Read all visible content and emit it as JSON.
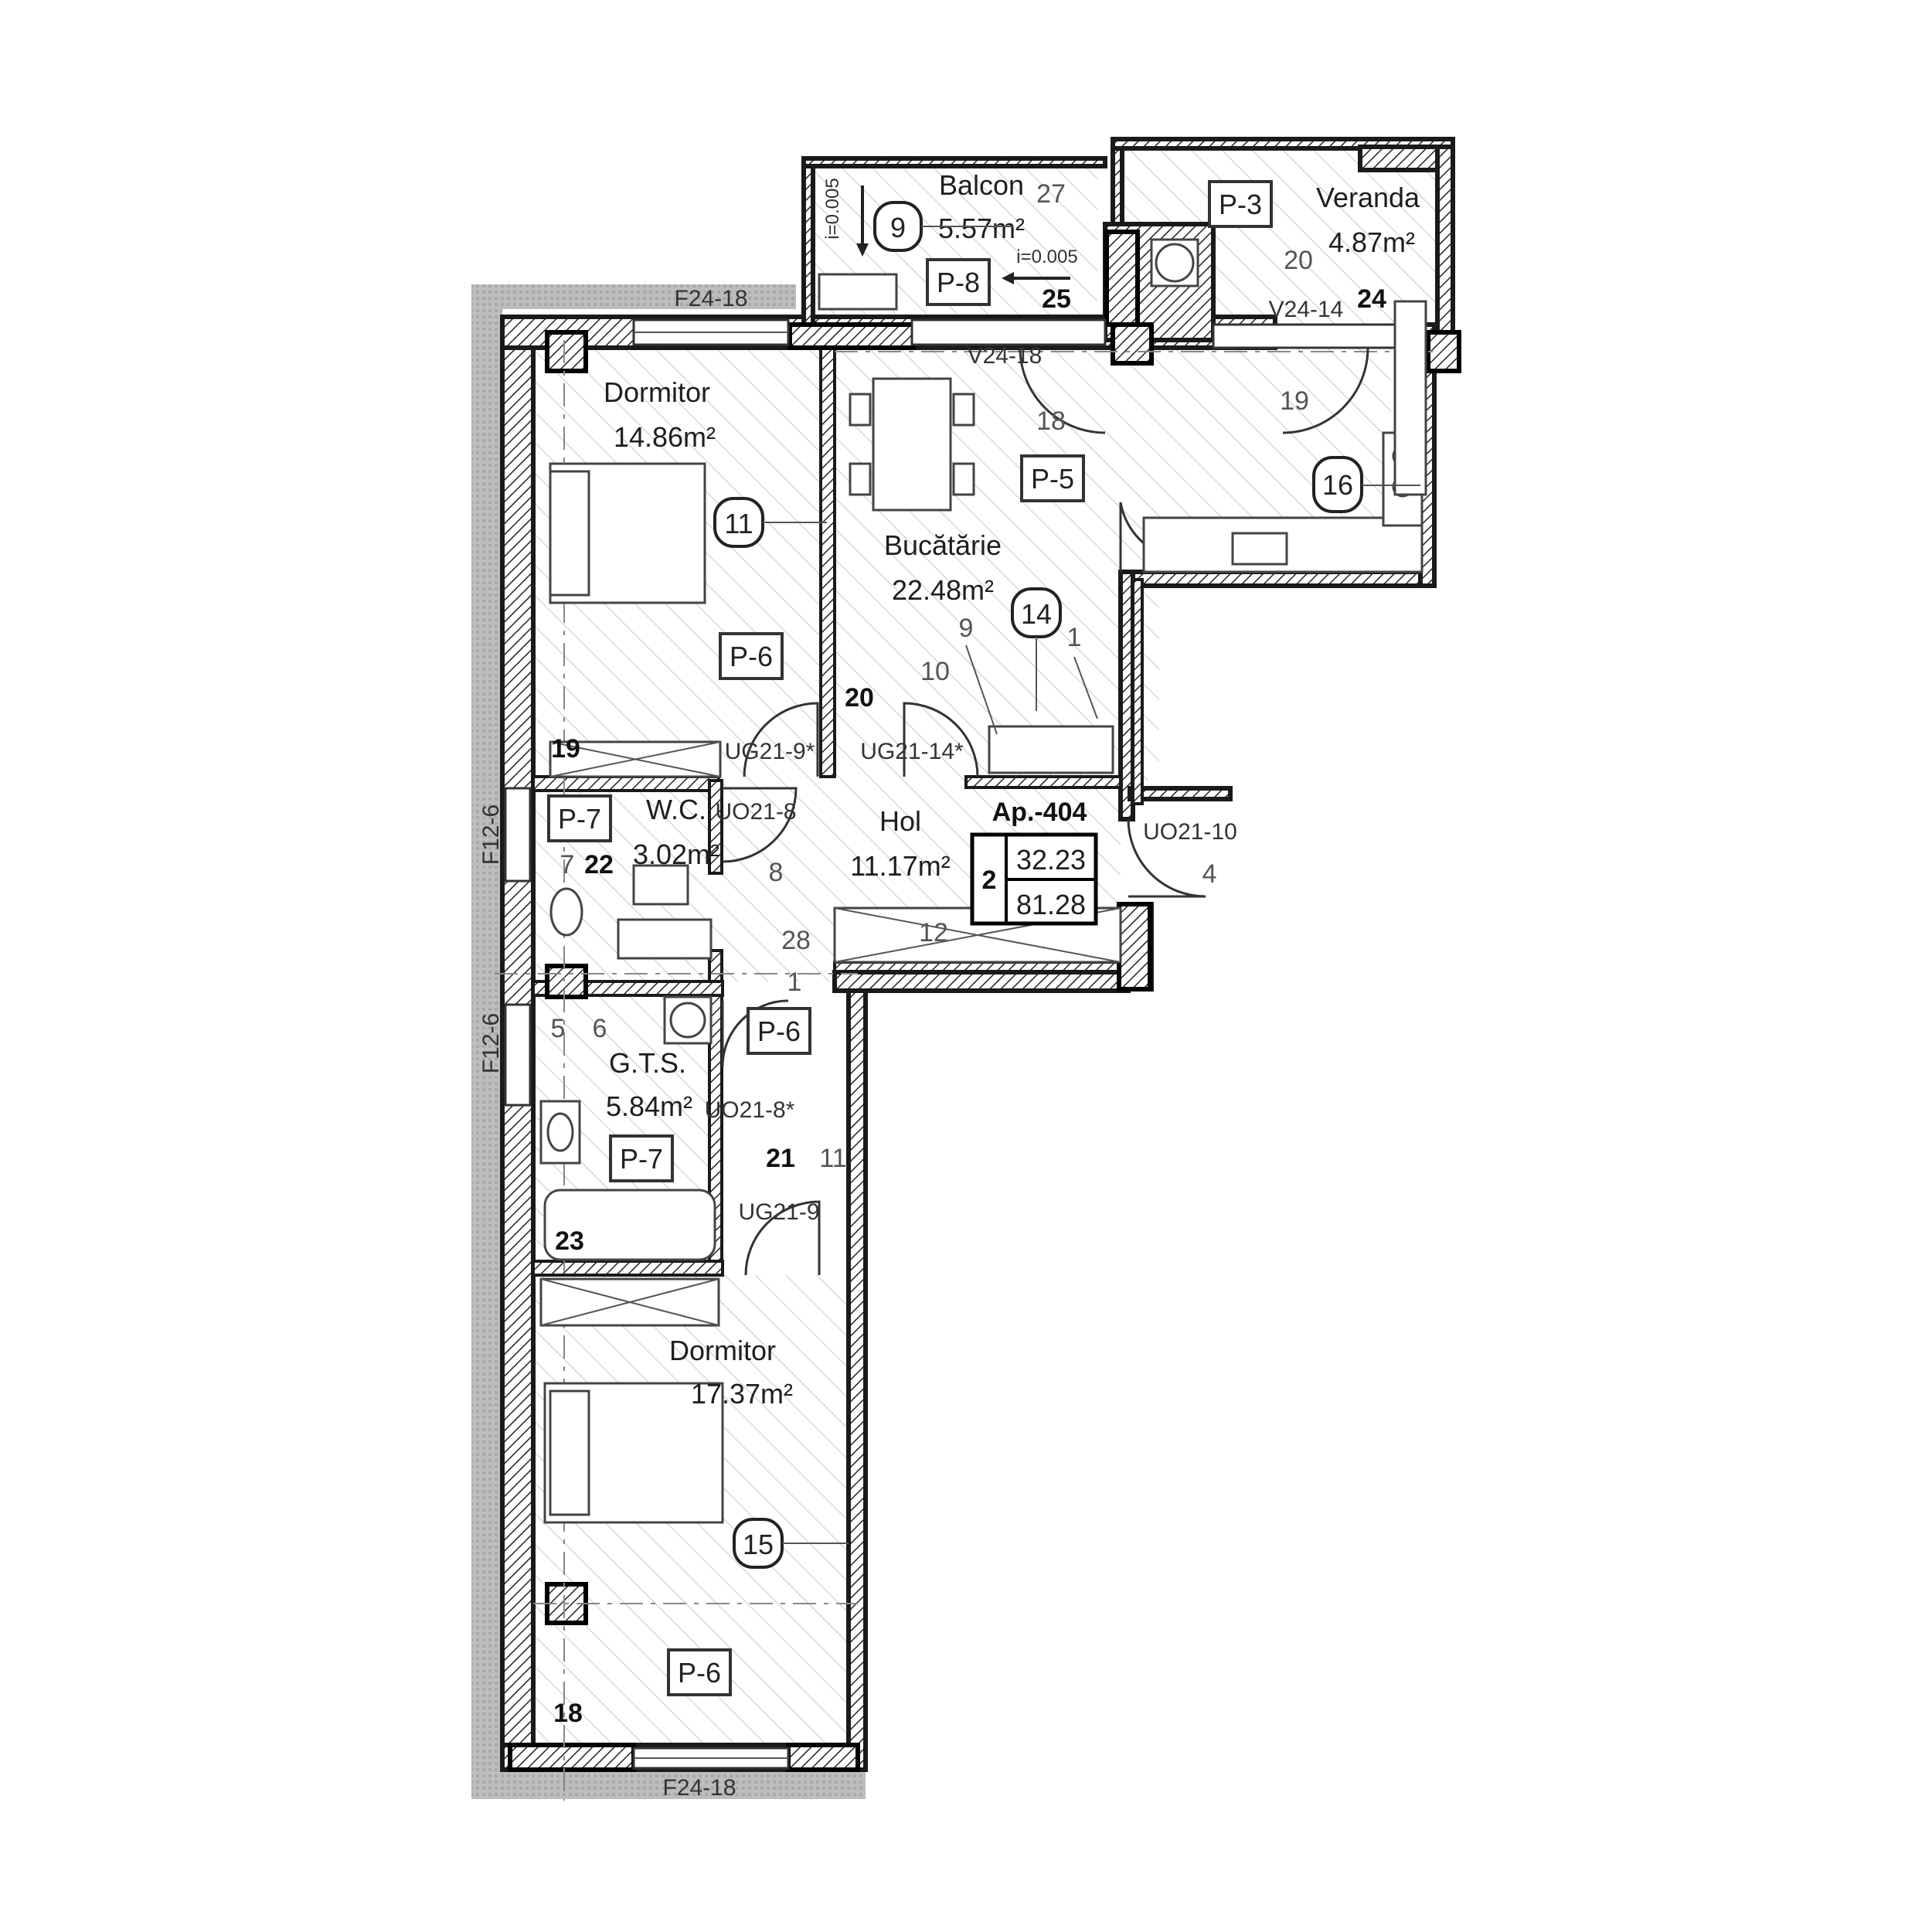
{
  "apartment": {
    "code": "Ap.-404",
    "rooms": "2",
    "area_useful": "32.23",
    "area_total": "81.28"
  },
  "rooms": {
    "bedroom1": {
      "name": "Dormitor",
      "area": "14.86m²"
    },
    "kitchen": {
      "name": "Bucătărie",
      "area": "22.48m²"
    },
    "balcony": {
      "name": "Balcon",
      "area": "5.57m²"
    },
    "veranda": {
      "name": "Veranda",
      "area": "4.87m²"
    },
    "hall": {
      "name": "Hol",
      "area": "11.17m²"
    },
    "wc": {
      "name": "W.C.",
      "area": "3.02m²"
    },
    "bathroom": {
      "name": "G.T.S.",
      "area": "5.84m²"
    },
    "bedroom2": {
      "name": "Dormitor",
      "area": "17.37m²"
    }
  },
  "finish_tags": {
    "p3": "P-3",
    "p5": "P-5",
    "p6a": "P-6",
    "p6b": "P-6",
    "p6c": "P-6",
    "p7a": "P-7",
    "p7b": "P-7",
    "p8": "P-8"
  },
  "circled_numbers": {
    "c9": "9",
    "c11": "11",
    "c14": "14",
    "c15": "15",
    "c16": "16"
  },
  "window_codes": {
    "f24_18_top": "F24-18",
    "f24_18_bottom": "F24-18",
    "f12_6_a": "F12-6",
    "f12_6_b": "F12-6",
    "v24_18": "V24-18",
    "v24_14": "V24-14"
  },
  "door_codes": {
    "ug21_9_star": "UG21-9*",
    "ug21_14_star": "UG21-14*",
    "uo21_8": "UO21-8",
    "uo21_8_star": "UO21-8*",
    "ug21_9": "UG21-9",
    "uo21_10": "UO21-10"
  },
  "slope_labels": {
    "vertical": "i=0.005",
    "horizontal": "i=0.005"
  },
  "bold_numbers": {
    "n18": "18",
    "n19": "19",
    "n20": "20",
    "n21": "21",
    "n22": "22",
    "n23": "23",
    "n24": "24",
    "n25": "25"
  },
  "dimension_numbers": {
    "d27": "27",
    "d20": "20",
    "d18": "18",
    "d19": "19",
    "d9": "9",
    "d10": "10",
    "d1a": "1",
    "d7": "7",
    "d8": "8",
    "d28": "28",
    "d12": "12",
    "d1b": "1",
    "d5": "5",
    "d6": "6",
    "d11": "11",
    "d4": "4"
  }
}
